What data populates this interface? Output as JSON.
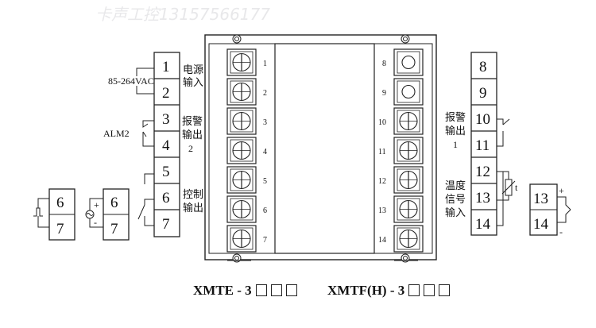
{
  "watermark": "卡声工控13157566177",
  "left_terminals": [
    "1",
    "2",
    "3",
    "4",
    "5",
    "6",
    "7"
  ],
  "right_terminals": [
    "8",
    "9",
    "10",
    "11",
    "12",
    "13",
    "14"
  ],
  "device_left_numbers": [
    "1",
    "2",
    "3",
    "4",
    "5",
    "6",
    "7"
  ],
  "device_right_numbers": [
    "8",
    "9",
    "10",
    "11",
    "12",
    "13",
    "14"
  ],
  "labels": {
    "power_voltage": "85-264VAC",
    "power_input": [
      "电源",
      "输入"
    ],
    "alarm_output_2": [
      "报警",
      "输出",
      "2"
    ],
    "alm2": "ALM2",
    "control_output": [
      "控制",
      "输出"
    ],
    "alarm_output_1": [
      "报警",
      "输出",
      "1"
    ],
    "temperature_input": [
      "温度",
      "信号",
      "输入"
    ]
  },
  "ssr_left": {
    "terminals": [
      "6",
      "7"
    ]
  },
  "ssr_mid": {
    "terminals": [
      "6",
      "7"
    ],
    "plus": "+",
    "minus": "-"
  },
  "thermocouple": {
    "terminals": [
      "13",
      "14"
    ],
    "plus": "+",
    "minus": "-"
  },
  "rtd_symbol": "t",
  "models": [
    {
      "name": "XMTE - 3",
      "boxes": 3
    },
    {
      "name": "XMTF(H) - 3",
      "boxes": 3
    }
  ]
}
